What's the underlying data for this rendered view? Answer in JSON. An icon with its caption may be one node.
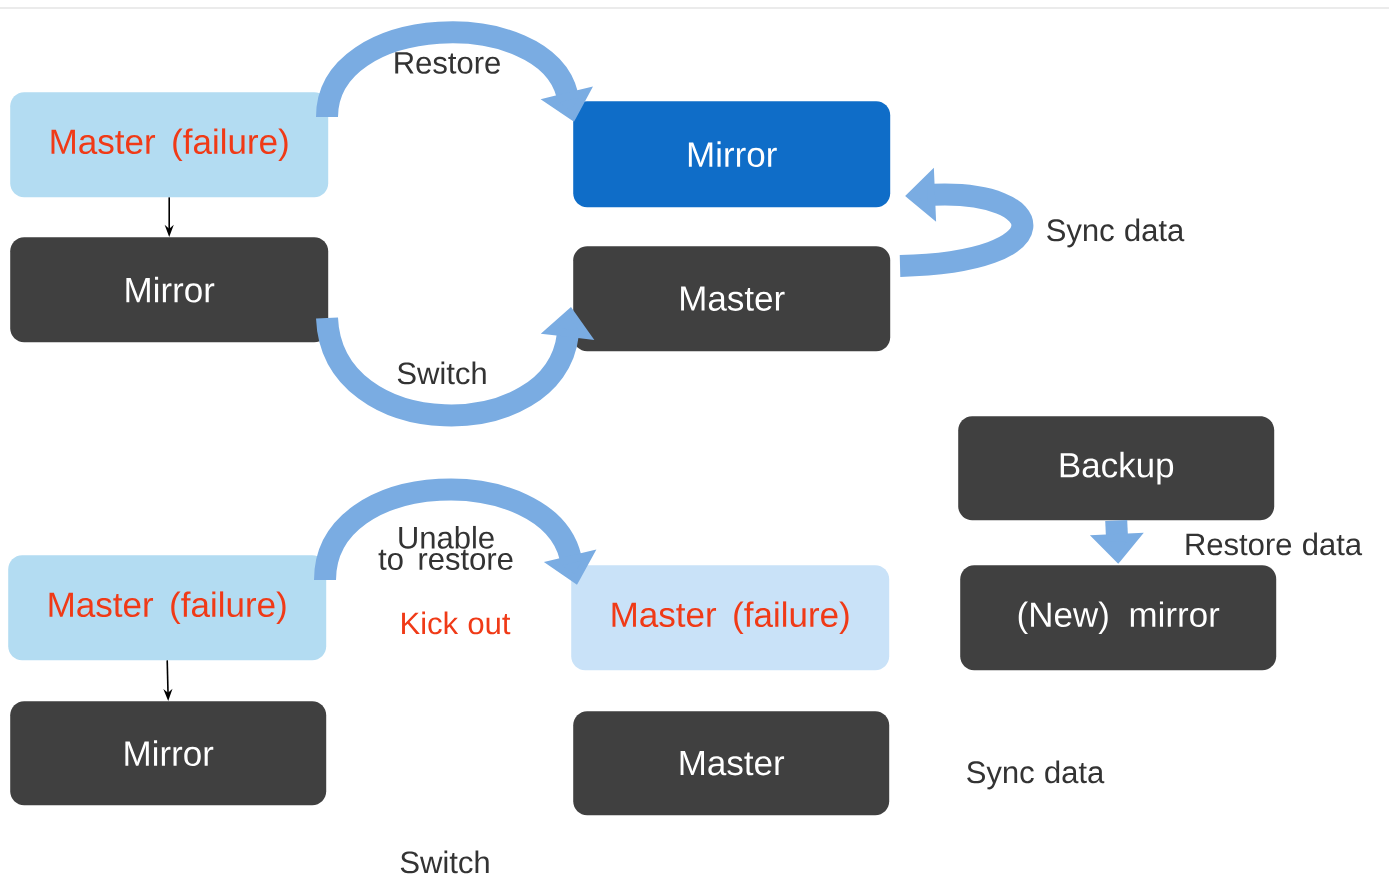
{
  "diagram": {
    "nodes": [
      {
        "text": [
          "Master (failure)"
        ]
      },
      {
        "text": [
          "Mirror"
        ]
      },
      {
        "text": [
          "Mirror"
        ]
      },
      {
        "text": [
          "Master"
        ]
      },
      {
        "text": [
          "Master (failure)"
        ]
      },
      {
        "text": [
          "Mirror"
        ]
      },
      {
        "text": [
          "Master (failure)"
        ]
      },
      {
        "text": [
          "Master"
        ]
      },
      {
        "text": [
          "Backup"
        ]
      },
      {
        "text": [
          "(New) mirror"
        ]
      }
    ],
    "edges": [
      {
        "from": 0,
        "to": 1,
        "arrow": "to",
        "color": "#000000"
      },
      {
        "from": 0,
        "to": 2,
        "arrow": "to",
        "label": "Restore"
      },
      {
        "from": 1,
        "to": 3,
        "arrow": "to",
        "label": "Switch"
      },
      {
        "from": 3,
        "to": 2,
        "arrow": "to",
        "label": "Sync data"
      },
      {
        "from": 4,
        "to": 5,
        "arrow": "to",
        "color": "#000000"
      },
      {
        "from": 4,
        "to": 6,
        "arrow": "to",
        "label": "Unable to restore"
      },
      {
        "from": 8,
        "to": 9,
        "arrow": "to",
        "label": "Restore data"
      }
    ],
    "labels": [
      "Kick out",
      "Sync data",
      "Switch"
    ]
  }
}
